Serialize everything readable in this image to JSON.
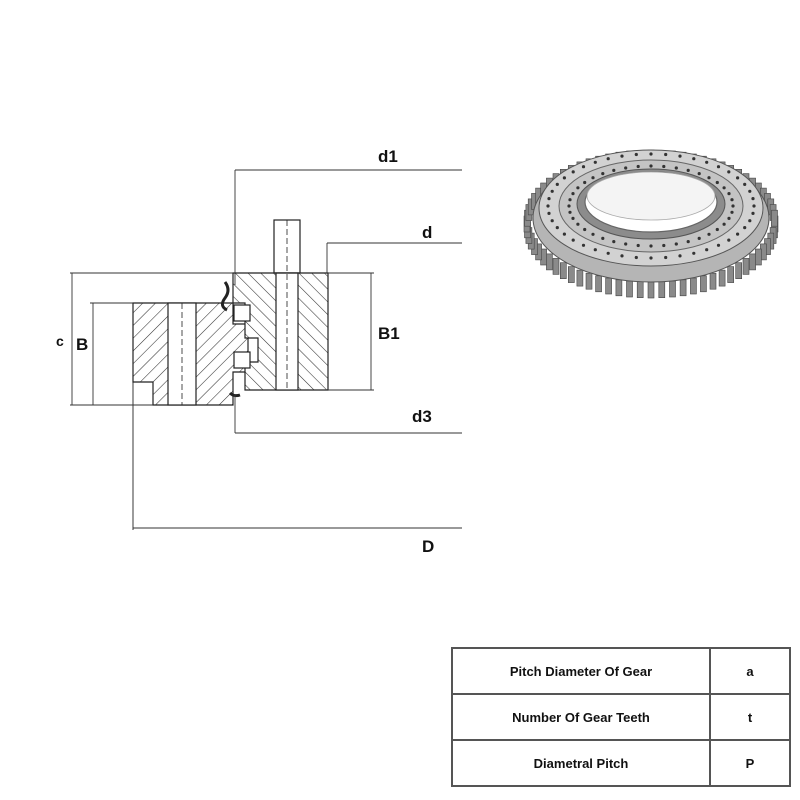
{
  "dimension_labels": {
    "d1": "d1",
    "d": "d",
    "c": "c",
    "B": "B",
    "B1": "B1",
    "d3": "d3",
    "D": "D"
  },
  "spec_table": {
    "rows": [
      {
        "name": "Pitch Diameter Of Gear",
        "symbol": "a"
      },
      {
        "name": "Number Of Gear Teeth",
        "symbol": "t"
      },
      {
        "name": "Diametral Pitch",
        "symbol": "P"
      }
    ]
  },
  "colors": {
    "line": "#222222",
    "hatch": "#333333",
    "ring_metal": "#c8c8c8",
    "ring_dark": "#6e6e6e"
  },
  "icons": {
    "cross_section": "bearing-cross-section-drawing",
    "product": "slewing-ring-gear-image"
  }
}
